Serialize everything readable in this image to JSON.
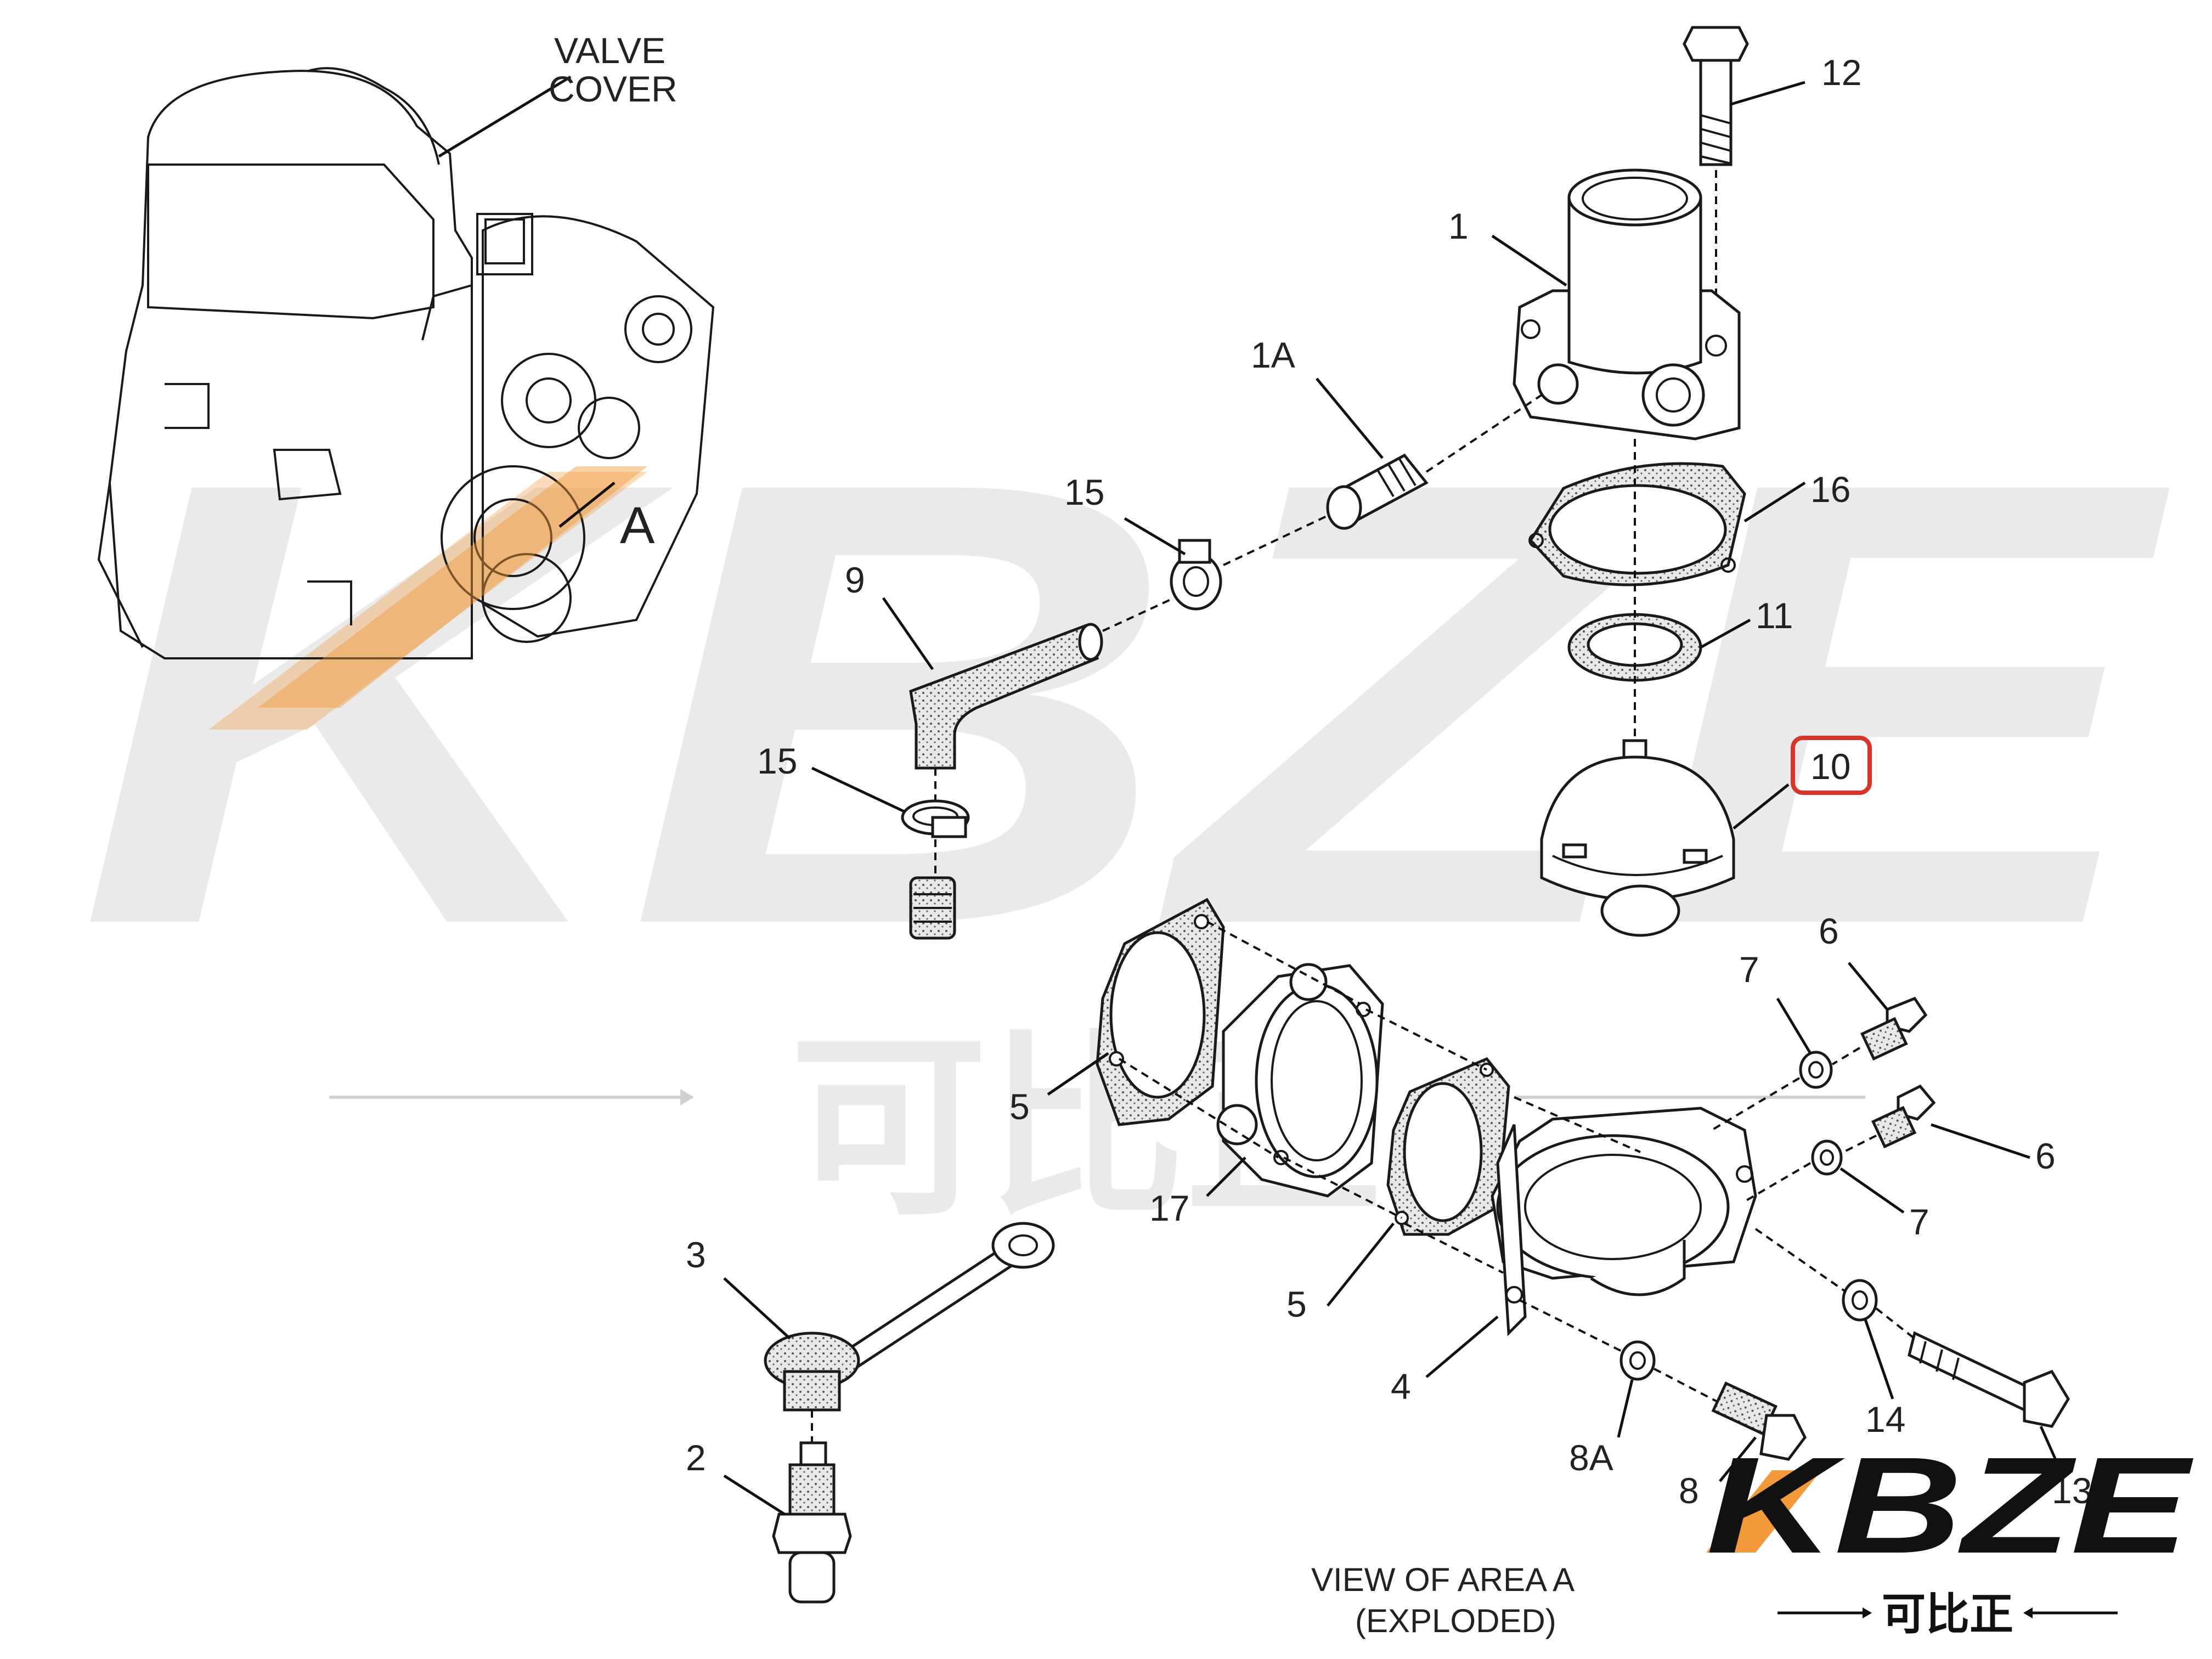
{
  "diagram": {
    "caption_line1": "VIEW OF AREA   A",
    "caption_line2": "(EXPLODED)",
    "engine_label_line1": "VALVE",
    "engine_label_line2": "COVER",
    "area_label": "A",
    "highlighted_callout": "10",
    "highlight_color": "#d9342b"
  },
  "callouts": {
    "c12": "12",
    "c1": "1",
    "c1a": "1A",
    "c16": "16",
    "c15a": "15",
    "c9": "9",
    "c11": "11",
    "c10": "10",
    "c15b": "15",
    "c6a": "6",
    "c7a": "7",
    "c5a": "5",
    "c6b": "6",
    "c17": "17",
    "c7b": "7",
    "c3": "3",
    "c5b": "5",
    "c4": "4",
    "c14": "14",
    "c8a": "8A",
    "c13": "13",
    "c2": "2",
    "c8": "8"
  },
  "watermark": {
    "big_text": "KBZE",
    "cn_text": "可比正",
    "logo_text": "KBZE",
    "logo_cn": "可比正"
  },
  "colors": {
    "accent_orange": "#f29a3a",
    "line": "#1a1a1a",
    "watermark_gray": "#d9d9d9"
  }
}
